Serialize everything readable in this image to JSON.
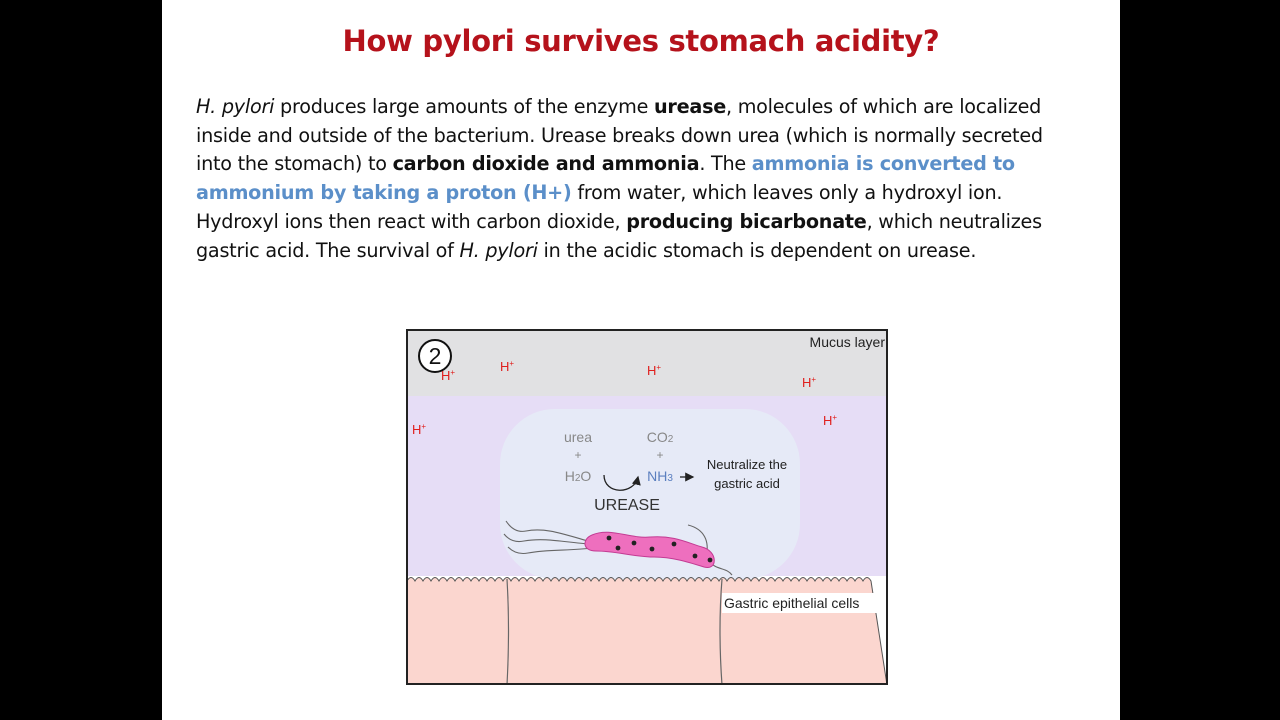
{
  "slide": {
    "title": "How pylori survives stomach acidity?",
    "paragraph": {
      "p1_italic": "H. pylori",
      "p2": " produces large amounts of the enzyme ",
      "p3_bold": "urease",
      "p4": ", molecules of which are localized inside and outside of the bacterium. Urease breaks down urea (which is normally secreted into the stomach) to ",
      "p5_bold": "carbon dioxide and ammonia",
      "p6": ". The ",
      "p7_blue": "ammonia is converted to ammonium by taking a proton (H+)",
      "p8": " from water, which leaves only a hydroxyl ion. Hydroxyl ions then react with carbon dioxide, ",
      "p9_bold": "producing bicarbonate",
      "p10": ", which neutralizes gastric acid. The survival of ",
      "p11_italic": "H. pylori",
      "p12": " in the acidic stomach is dependent on urease."
    }
  },
  "figure": {
    "panel_number": "2",
    "mucus_label": "Mucus layer",
    "proton_label": "H",
    "proton_sup": "+",
    "urea": "urea",
    "plus": "+",
    "h2o_main": "H",
    "h2o_sub": "2",
    "h2o_end": "O",
    "co2_main": "CO",
    "co2_sub": "2",
    "nh3_main": "NH",
    "nh3_sub": "3",
    "urease": "UREASE",
    "neutralize_line1": "Neutralize the",
    "neutralize_line2": "gastric acid",
    "epithelial_label": "Gastric epithelial cells",
    "colors": {
      "title_red": "#b5121b",
      "highlight_blue": "#5b8fc9",
      "proton_red": "#e0201e",
      "mucus_gray": "#e1e1e3",
      "lumen_purple": "#e6ddf6",
      "bubble": "#e6eaf7",
      "cells_pink": "#fbd6cf",
      "bacterium_pink": "#ee6fbe"
    }
  }
}
